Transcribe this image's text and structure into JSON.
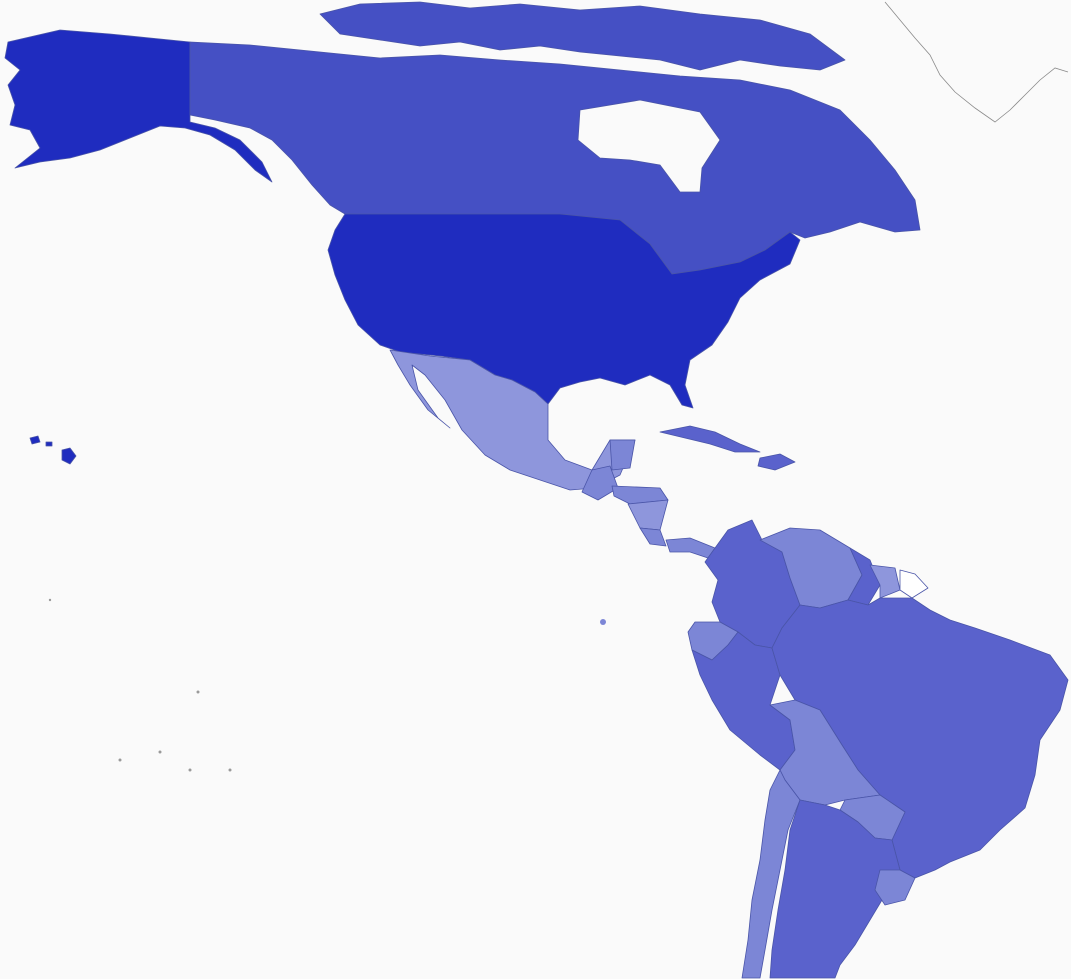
{
  "map": {
    "type": "choropleth",
    "background_color": "#fafafa",
    "border_color": "#4a55a8",
    "no_data_color": "#ffffff",
    "coastline_color": "#8a8a8a",
    "fill_levels": {
      "level_1": "#8e96dc",
      "level_2": "#7c86d6",
      "level_3": "#5a62cc",
      "level_4": "#4550c4",
      "level_5": "#1f2cbf"
    },
    "regions": [
      {
        "key": "alaska",
        "level": "level_5"
      },
      {
        "key": "canada",
        "level": "level_4"
      },
      {
        "key": "united-states",
        "level": "level_5"
      },
      {
        "key": "mexico",
        "level": "level_1"
      },
      {
        "key": "guatemala",
        "level": "level_2"
      },
      {
        "key": "belize",
        "level": "level_2"
      },
      {
        "key": "honduras",
        "level": "level_2"
      },
      {
        "key": "nicaragua",
        "level": "level_1"
      },
      {
        "key": "costa-rica",
        "level": "level_2"
      },
      {
        "key": "panama",
        "level": "level_2"
      },
      {
        "key": "cuba",
        "level": "level_3"
      },
      {
        "key": "hispaniola",
        "level": "level_3"
      },
      {
        "key": "colombia",
        "level": "level_3"
      },
      {
        "key": "venezuela",
        "level": "level_2"
      },
      {
        "key": "guyana",
        "level": "level_3"
      },
      {
        "key": "suriname",
        "level": "level_1"
      },
      {
        "key": "french-guiana",
        "level": "no_data"
      },
      {
        "key": "ecuador",
        "level": "level_2"
      },
      {
        "key": "peru",
        "level": "level_3"
      },
      {
        "key": "brazil",
        "level": "level_3"
      },
      {
        "key": "bolivia",
        "level": "level_2"
      },
      {
        "key": "paraguay",
        "level": "level_2"
      },
      {
        "key": "chile",
        "level": "level_2"
      },
      {
        "key": "argentina",
        "level": "level_3"
      },
      {
        "key": "uruguay",
        "level": "level_2"
      },
      {
        "key": "hawaii",
        "level": "level_5"
      }
    ]
  }
}
